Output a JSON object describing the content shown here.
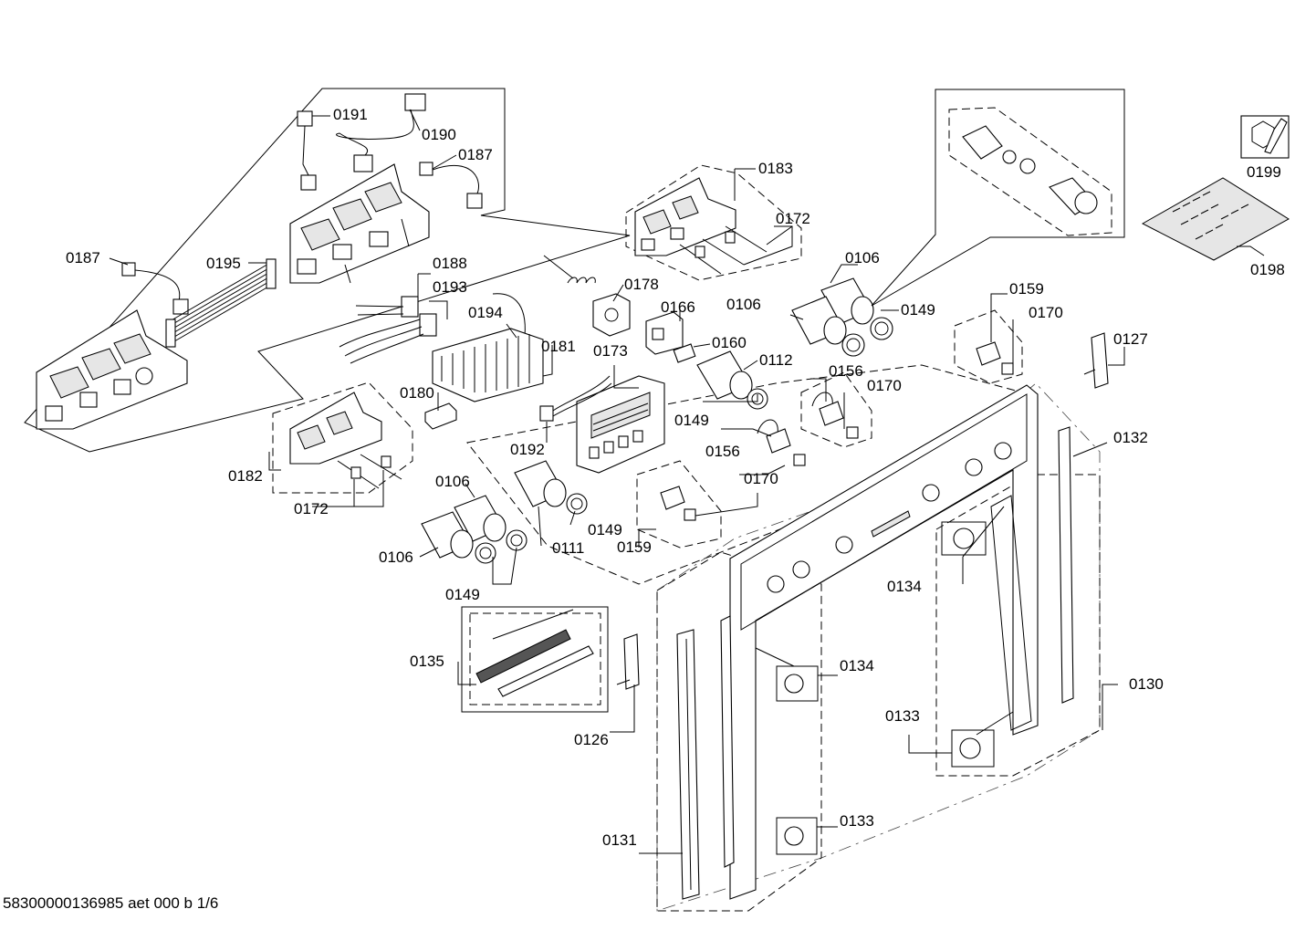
{
  "labels": {
    "l0191": "0191",
    "l0190": "0190",
    "l0187a": "0187",
    "l0187b": "0187",
    "l0195": "0195",
    "l0188": "0188",
    "l0193": "0193",
    "l0194": "0194",
    "l0178": "0178",
    "l0183": "0183",
    "l0172a": "0172",
    "l0172b": "0172",
    "l0106a": "0106",
    "l0106b": "0106",
    "l0106c": "0106",
    "l0106d": "0106",
    "l0149a": "0149",
    "l0149b": "0149",
    "l0149c": "0149",
    "l0149d": "0149",
    "l0166": "0166",
    "l0160": "0160",
    "l0112": "0112",
    "l0181": "0181",
    "l0173": "0173",
    "l0180": "0180",
    "l0192": "0192",
    "l0182": "0182",
    "l0156a": "0156",
    "l0156b": "0156",
    "l0170a": "0170",
    "l0170b": "0170",
    "l0170c": "0170",
    "l0159a": "0159",
    "l0159b": "0159",
    "l0111": "0111",
    "l0127": "0127",
    "l0132": "0132",
    "l0134a": "0134",
    "l0134b": "0134",
    "l0135": "0135",
    "l0126": "0126",
    "l0133a": "0133",
    "l0133b": "0133",
    "l0130": "0130",
    "l0131": "0131",
    "l0199": "0199",
    "l0198": "0198"
  },
  "footer": "58300000136985 aet 000 b 1/6"
}
